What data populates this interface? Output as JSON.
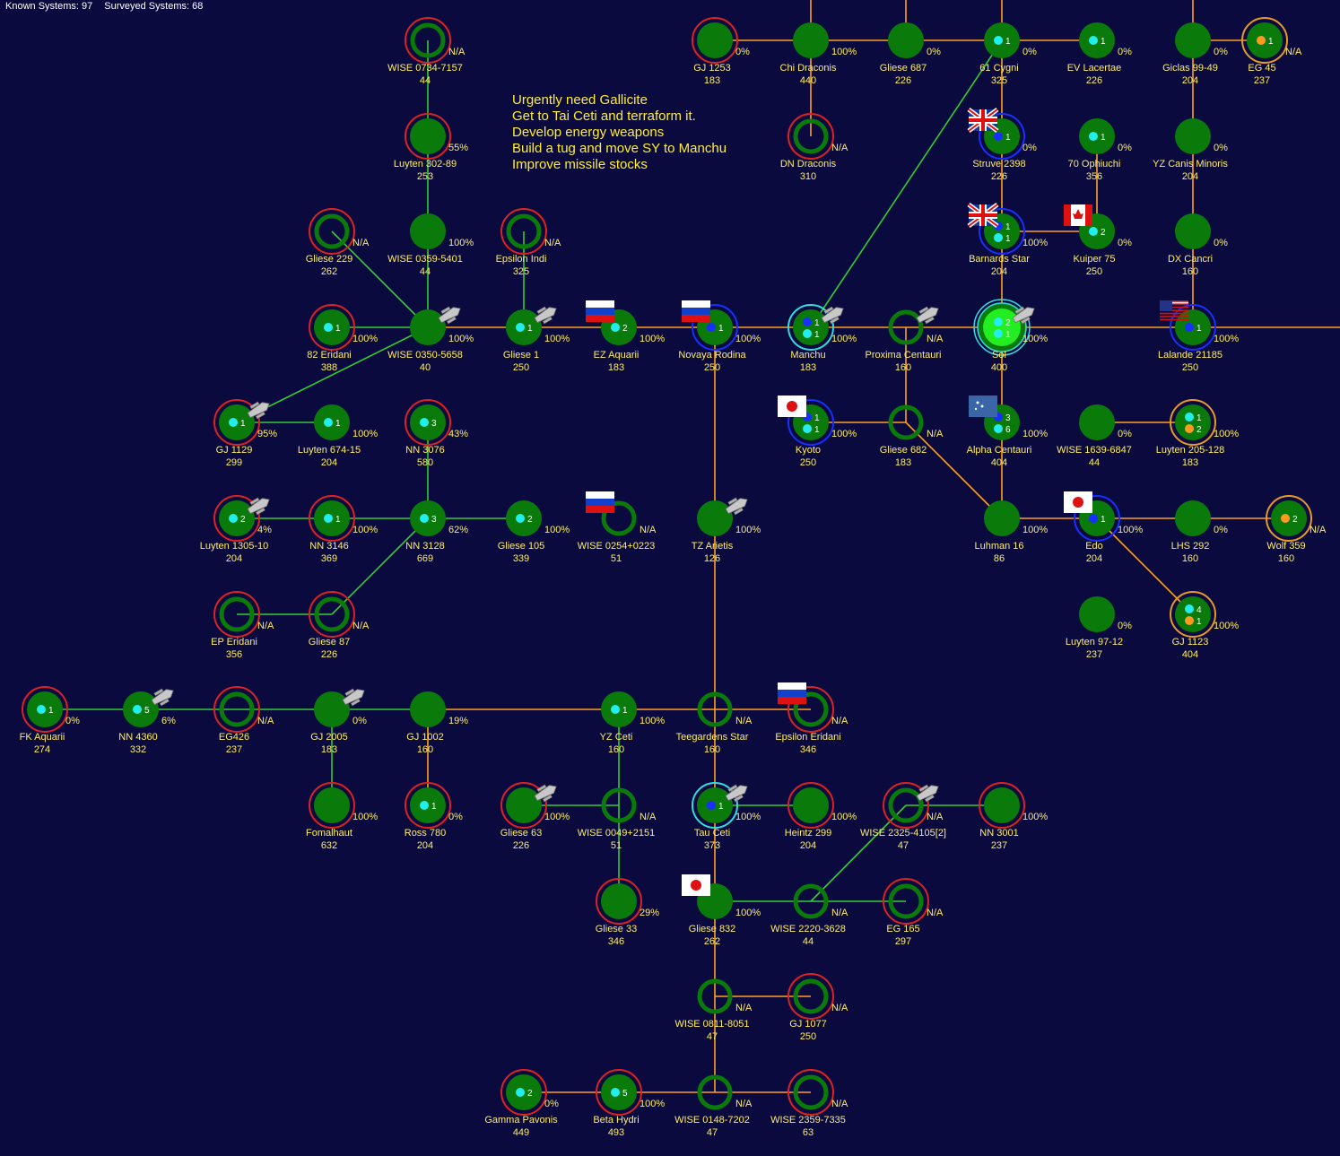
{
  "hud": {
    "known_label": "Known Systems: 97",
    "surveyed_label": "Surveyed Systems: 68"
  },
  "notes": [
    "Urgently need Gallicite",
    "Get to Tai Ceti and terraform it.",
    "Develop energy weapons",
    "Build a tug and move SY to Manchu",
    "Improve missile stocks"
  ],
  "colors": {
    "background": "#0a0a3f",
    "body": "#0a7a0a",
    "hostile_ring": "#dd2222",
    "jump_lane": "#ffa020",
    "survey_lane": "#33cc33",
    "text": "#ffee66"
  },
  "systems": [
    {
      "id": "wise0734",
      "name": "WISE 0734-7157",
      "pop": "44",
      "pct": "N/A",
      "ring": "red",
      "body": false
    },
    {
      "id": "luyten30289",
      "name": "Luyten 302-89",
      "pop": "253",
      "pct": "55%",
      "ring": "red",
      "body": true
    },
    {
      "id": "wise0359",
      "name": "WISE 0359-5401",
      "pop": "44",
      "pct": "100%",
      "ring": "none",
      "body": true
    },
    {
      "id": "gliese229",
      "name": "Gliese 229",
      "pop": "262",
      "pct": "N/A",
      "ring": "red",
      "body": false
    },
    {
      "id": "epsilonindi",
      "name": "Epsilon Indi",
      "pop": "325",
      "pct": "N/A",
      "ring": "red",
      "body": false
    },
    {
      "id": "eridani82",
      "name": "82 Eridani",
      "pop": "388",
      "pct": "100%",
      "ring": "red",
      "body": true,
      "c1": "1"
    },
    {
      "id": "wise0350",
      "name": "WISE 0350-5658",
      "pop": "40",
      "pct": "100%",
      "ring": "none",
      "body": true,
      "ship": true
    },
    {
      "id": "gliese1",
      "name": "Gliese 1",
      "pop": "250",
      "pct": "100%",
      "ring": "none",
      "body": true,
      "c1": "1",
      "ship": true
    },
    {
      "id": "ezaquarii",
      "name": "EZ Aquarii",
      "pop": "183",
      "pct": "100%",
      "ring": "none",
      "body": true,
      "c1": "2",
      "flag": "ru"
    },
    {
      "id": "novaya",
      "name": "Novaya Rodina",
      "pop": "250",
      "pct": "100%",
      "ring": "blue",
      "body": true,
      "c1": "1",
      "dot": "blue",
      "flag": "ru"
    },
    {
      "id": "manchu",
      "name": "Manchu",
      "pop": "183",
      "pct": "100%",
      "ring": "cyan",
      "body": true,
      "c1": "1",
      "dot": "blue",
      "c2": "1",
      "ship": true
    },
    {
      "id": "proxima",
      "name": "Proxima Centauri",
      "pop": "160",
      "pct": "N/A",
      "ring": "none",
      "body": false,
      "ship": true
    },
    {
      "id": "sol",
      "name": "Sol",
      "pop": "400",
      "pct": "100%",
      "ring": "sol",
      "body": true,
      "c1": "2",
      "c2": "1",
      "ship": true
    },
    {
      "id": "lalande",
      "name": "Lalande 21185",
      "pop": "250",
      "pct": "100%",
      "ring": "blue",
      "body": true,
      "c1": "1",
      "dot": "blue",
      "flag": "us"
    },
    {
      "id": "gj1129",
      "name": "GJ 1129",
      "pop": "299",
      "pct": "95%",
      "ring": "red",
      "body": true,
      "c1": "1",
      "ship": true
    },
    {
      "id": "luyten67415",
      "name": "Luyten 674-15",
      "pop": "204",
      "pct": "100%",
      "ring": "none",
      "body": true,
      "c1": "1"
    },
    {
      "id": "nn3076",
      "name": "NN 3076",
      "pop": "580",
      "pct": "43%",
      "ring": "red",
      "body": true,
      "c1": "3"
    },
    {
      "id": "kyoto",
      "name": "Kyoto",
      "pop": "250",
      "pct": "100%",
      "ring": "blue",
      "body": true,
      "c1": "1",
      "dot": "blue",
      "c2": "1",
      "flag": "jp"
    },
    {
      "id": "gliese682",
      "name": "Gliese 682",
      "pop": "183",
      "pct": "N/A",
      "ring": "none",
      "body": false
    },
    {
      "id": "alphacen",
      "name": "Alpha Centauri",
      "pop": "404",
      "pct": "100%",
      "ring": "none",
      "body": true,
      "c1": "3",
      "dot": "blue",
      "c2": "6",
      "flag": "un"
    },
    {
      "id": "wise1639",
      "name": "WISE 1639-6847",
      "pop": "44",
      "pct": "0%",
      "ring": "none",
      "body": true
    },
    {
      "id": "luyten205",
      "name": "Luyten 205-128",
      "pop": "183",
      "pct": "100%",
      "ring": "orange",
      "body": true,
      "c1": "1",
      "c2": "2",
      "dot2": "orange"
    },
    {
      "id": "luyten1305",
      "name": "Luyten 1305-10",
      "pop": "204",
      "pct": "4%",
      "ring": "red",
      "body": true,
      "c1": "2",
      "ship": true
    },
    {
      "id": "nn3146",
      "name": "NN 3146",
      "pop": "369",
      "pct": "100%",
      "ring": "red",
      "body": true,
      "c1": "1"
    },
    {
      "id": "nn3128",
      "name": "NN 3128",
      "pop": "669",
      "pct": "62%",
      "ring": "none",
      "body": true,
      "c1": "3"
    },
    {
      "id": "gliese105",
      "name": "Gliese 105",
      "pop": "339",
      "pct": "100%",
      "ring": "none",
      "body": true,
      "c1": "2"
    },
    {
      "id": "wise0254",
      "name": "WISE 0254+0223",
      "pop": "51",
      "pct": "N/A",
      "ring": "none",
      "body": false,
      "flag": "ru"
    },
    {
      "id": "tzarietis",
      "name": "TZ Arietis",
      "pop": "126",
      "pct": "100%",
      "ring": "none",
      "body": true,
      "ship": true
    },
    {
      "id": "luhman16",
      "name": "Luhman 16",
      "pop": "86",
      "pct": "100%",
      "ring": "none",
      "body": true
    },
    {
      "id": "edo",
      "name": "Edo",
      "pop": "204",
      "pct": "100%",
      "ring": "blue",
      "body": true,
      "c1": "1",
      "dot": "blue",
      "flag": "jp"
    },
    {
      "id": "lhs292",
      "name": "LHS 292",
      "pop": "160",
      "pct": "0%",
      "ring": "none",
      "body": true
    },
    {
      "id": "wolf359",
      "name": "Wolf 359",
      "pop": "160",
      "pct": "N/A",
      "ring": "orange",
      "body": true,
      "c1": "2",
      "dot": "orange"
    },
    {
      "id": "eperidani",
      "name": "EP Eridani",
      "pop": "356",
      "pct": "N/A",
      "ring": "red",
      "body": false
    },
    {
      "id": "gliese87",
      "name": "Gliese 87",
      "pop": "226",
      "pct": "N/A",
      "ring": "red",
      "body": false
    },
    {
      "id": "luyten9712",
      "name": "Luyten 97-12",
      "pop": "237",
      "pct": "0%",
      "ring": "none",
      "body": true
    },
    {
      "id": "gj1123",
      "name": "GJ 1123",
      "pop": "404",
      "pct": "100%",
      "ring": "orange",
      "body": true,
      "c1": "4",
      "c2": "1",
      "dot2": "orange"
    },
    {
      "id": "fkaquarii",
      "name": "FK Aquarii",
      "pop": "274",
      "pct": "0%",
      "ring": "red",
      "body": true,
      "c1": "1"
    },
    {
      "id": "nn4360",
      "name": "NN 4360",
      "pop": "332",
      "pct": "6%",
      "ring": "none",
      "body": true,
      "c1": "5",
      "ship": true
    },
    {
      "id": "eg426",
      "name": "EG426",
      "pop": "237",
      "pct": "N/A",
      "ring": "red",
      "body": false
    },
    {
      "id": "gj2005",
      "name": "GJ 2005",
      "pop": "183",
      "pct": "0%",
      "ring": "none",
      "body": true,
      "ship": true
    },
    {
      "id": "gj1002",
      "name": "GJ 1002",
      "pop": "160",
      "pct": "19%",
      "ring": "none",
      "body": true
    },
    {
      "id": "yzceti",
      "name": "YZ Ceti",
      "pop": "160",
      "pct": "100%",
      "ring": "none",
      "body": true,
      "c1": "1"
    },
    {
      "id": "teegarden",
      "name": "Teegardens Star",
      "pop": "160",
      "pct": "N/A",
      "ring": "none",
      "body": false
    },
    {
      "id": "epseridani",
      "name": "Epsilon Eridani",
      "pop": "346",
      "pct": "N/A",
      "ring": "red",
      "body": false,
      "flag": "ru"
    },
    {
      "id": "fomalhaut",
      "name": "Fomalhaut",
      "pop": "632",
      "pct": "100%",
      "ring": "red",
      "body": true
    },
    {
      "id": "ross780",
      "name": "Ross 780",
      "pop": "204",
      "pct": "0%",
      "ring": "red",
      "body": true,
      "c1": "1"
    },
    {
      "id": "gliese63",
      "name": "Gliese 63",
      "pop": "226",
      "pct": "100%",
      "ring": "red",
      "body": true,
      "ship": true
    },
    {
      "id": "wise0049",
      "name": "WISE 0049+2151",
      "pop": "51",
      "pct": "N/A",
      "ring": "none",
      "body": false
    },
    {
      "id": "tauceti",
      "name": "Tau Ceti",
      "pop": "373",
      "pct": "100%",
      "ring": "cyan",
      "body": true,
      "c1": "1",
      "dot": "blue",
      "ship": true
    },
    {
      "id": "heintz299",
      "name": "Heintz 299",
      "pop": "204",
      "pct": "100%",
      "ring": "red",
      "body": true
    },
    {
      "id": "wise2325",
      "name": "WISE 2325-4105[2]",
      "pop": "47",
      "pct": "N/A",
      "ring": "red",
      "body": false,
      "ship": true
    },
    {
      "id": "nn3001",
      "name": "NN 3001",
      "pop": "237",
      "pct": "100%",
      "ring": "red",
      "body": true
    },
    {
      "id": "gliese33",
      "name": "Gliese 33",
      "pop": "346",
      "pct": "29%",
      "ring": "red",
      "body": true
    },
    {
      "id": "gliese832",
      "name": "Gliese 832",
      "pop": "262",
      "pct": "100%",
      "ring": "none",
      "body": true,
      "flag": "jp"
    },
    {
      "id": "wise2220",
      "name": "WISE 2220-3628",
      "pop": "44",
      "pct": "N/A",
      "ring": "none",
      "body": false
    },
    {
      "id": "eg165",
      "name": "EG 165",
      "pop": "297",
      "pct": "N/A",
      "ring": "red",
      "body": false
    },
    {
      "id": "wise0811",
      "name": "WISE 0811-8051",
      "pop": "47",
      "pct": "N/A",
      "ring": "none",
      "body": false
    },
    {
      "id": "gj1077",
      "name": "GJ 1077",
      "pop": "250",
      "pct": "N/A",
      "ring": "red",
      "body": false
    },
    {
      "id": "gammapav",
      "name": "Gamma Pavonis",
      "pop": "449",
      "pct": "0%",
      "ring": "red",
      "body": true,
      "c1": "2"
    },
    {
      "id": "betahydri",
      "name": "Beta Hydri",
      "pop": "493",
      "pct": "100%",
      "ring": "red",
      "body": true,
      "c1": "5"
    },
    {
      "id": "wise0148",
      "name": "WISE 0148-7202",
      "pop": "47",
      "pct": "N/A",
      "ring": "none",
      "body": false
    },
    {
      "id": "wise2359",
      "name": "WISE 2359-7335",
      "pop": "63",
      "pct": "N/A",
      "ring": "red",
      "body": false
    },
    {
      "id": "gj1253",
      "name": "GJ 1253",
      "pop": "183",
      "pct": "0%",
      "ring": "red",
      "body": true
    },
    {
      "id": "chidraconis",
      "name": "Chi Draconis",
      "pop": "440",
      "pct": "100%",
      "ring": "none",
      "body": true
    },
    {
      "id": "gliese687",
      "name": "Gliese 687",
      "pop": "226",
      "pct": "0%",
      "ring": "none",
      "body": true
    },
    {
      "id": "cygni61",
      "name": "61 Cygni",
      "pop": "325",
      "pct": "0%",
      "ring": "none",
      "body": true,
      "c1": "1"
    },
    {
      "id": "evlacertae",
      "name": "EV Lacertae",
      "pop": "226",
      "pct": "0%",
      "ring": "none",
      "body": true,
      "c1": "1"
    },
    {
      "id": "giclas",
      "name": "Giclas 99-49",
      "pop": "204",
      "pct": "0%",
      "ring": "none",
      "body": true
    },
    {
      "id": "eg45",
      "name": "EG 45",
      "pop": "237",
      "pct": "N/A",
      "ring": "orange",
      "body": true,
      "c1": "1",
      "dot": "orange"
    },
    {
      "id": "dndraconis",
      "name": "DN Draconis",
      "pop": "310",
      "pct": "N/A",
      "ring": "red",
      "body": false
    },
    {
      "id": "struve",
      "name": "Struve 2398",
      "pop": "226",
      "pct": "0%",
      "ring": "blue",
      "body": true,
      "c1": "1",
      "dot": "blue",
      "flag": "uk"
    },
    {
      "id": "ophiuchi",
      "name": "70 Ophiuchi",
      "pop": "356",
      "pct": "0%",
      "ring": "none",
      "body": true,
      "c1": "1"
    },
    {
      "id": "yzcanis",
      "name": "YZ Canis Minoris",
      "pop": "204",
      "pct": "0%",
      "ring": "none",
      "body": true
    },
    {
      "id": "barnard",
      "name": "Barnards Star",
      "pop": "204",
      "pct": "100%",
      "ring": "blue",
      "body": true,
      "c1": "1",
      "dot": "blue",
      "c2": "1",
      "flag": "uk"
    },
    {
      "id": "kuiper75",
      "name": "Kuiper 75",
      "pop": "250",
      "pct": "0%",
      "ring": "none",
      "body": true,
      "c1": "2",
      "flag": "ca"
    },
    {
      "id": "dxcancri",
      "name": "DX Cancri",
      "pop": "160",
      "pct": "0%",
      "ring": "none",
      "body": true
    }
  ]
}
